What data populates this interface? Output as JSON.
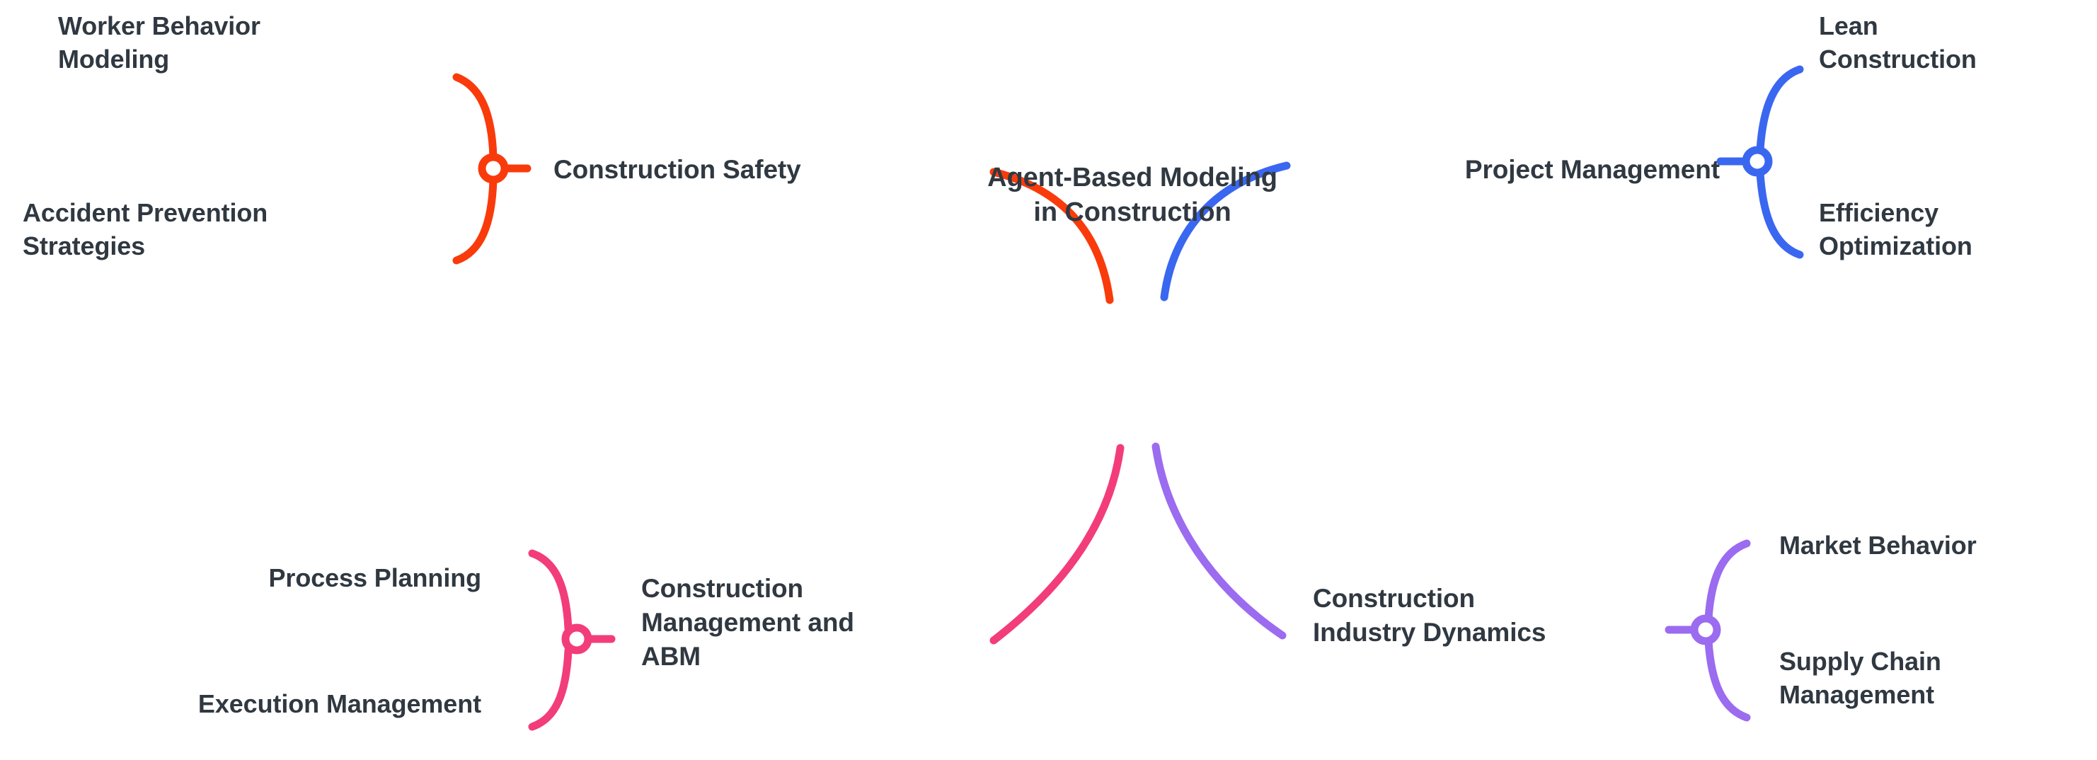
{
  "diagram": {
    "type": "mind-map",
    "title": "Agent-Based Modeling in Construction",
    "background_color": "#FFFFFF",
    "text_color": "#303841",
    "center": {
      "label": "Agent-Based Modeling\nin Construction"
    },
    "branches": [
      {
        "id": "construction-safety",
        "label": "Construction Safety",
        "color": "#F93B0C",
        "position": "top-left",
        "children": [
          {
            "id": "worker-behavior-modeling",
            "label": "Worker Behavior\nModeling"
          },
          {
            "id": "accident-prevention-strategies",
            "label": "Accident Prevention\nStrategies"
          }
        ]
      },
      {
        "id": "project-management",
        "label": "Project Management",
        "color": "#3A67F0",
        "position": "top-right",
        "children": [
          {
            "id": "lean-construction",
            "label": "Lean\nConstruction"
          },
          {
            "id": "efficiency-optimization",
            "label": "Efficiency\nOptimization"
          }
        ]
      },
      {
        "id": "construction-management-and-abm",
        "label": "Construction\nManagement and\nABM",
        "color": "#F23D7A",
        "position": "bottom-left",
        "children": [
          {
            "id": "process-planning",
            "label": "Process Planning"
          },
          {
            "id": "execution-management",
            "label": "Execution Management"
          }
        ]
      },
      {
        "id": "construction-industry-dynamics",
        "label": "Construction\nIndustry Dynamics",
        "color": "#9B6BF0",
        "position": "bottom-right",
        "children": [
          {
            "id": "market-behavior",
            "label": "Market Behavior"
          },
          {
            "id": "supply-chain-management",
            "label": "Supply Chain\nManagement"
          }
        ]
      }
    ]
  }
}
